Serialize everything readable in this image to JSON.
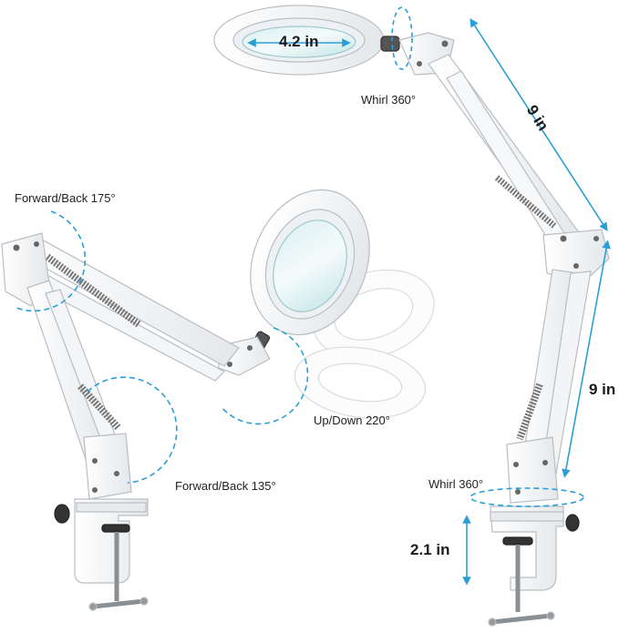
{
  "annotations": {
    "lens_diameter": "4.2 in",
    "upper_arm_length": "9 in",
    "lower_arm_length": "9 in",
    "clamp_height": "2.1 in",
    "head_whirl": "Whirl 360°",
    "base_whirl": "Whirl 360°",
    "upper_joint": "Forward/Back 175°",
    "lower_joint": "Forward/Back 135°",
    "head_tilt": "Up/Down 220°"
  },
  "colors": {
    "dimension_arrow": "#2a9fd6",
    "lamp_body": "#f4f5f6",
    "outline": "#b9bec4"
  }
}
